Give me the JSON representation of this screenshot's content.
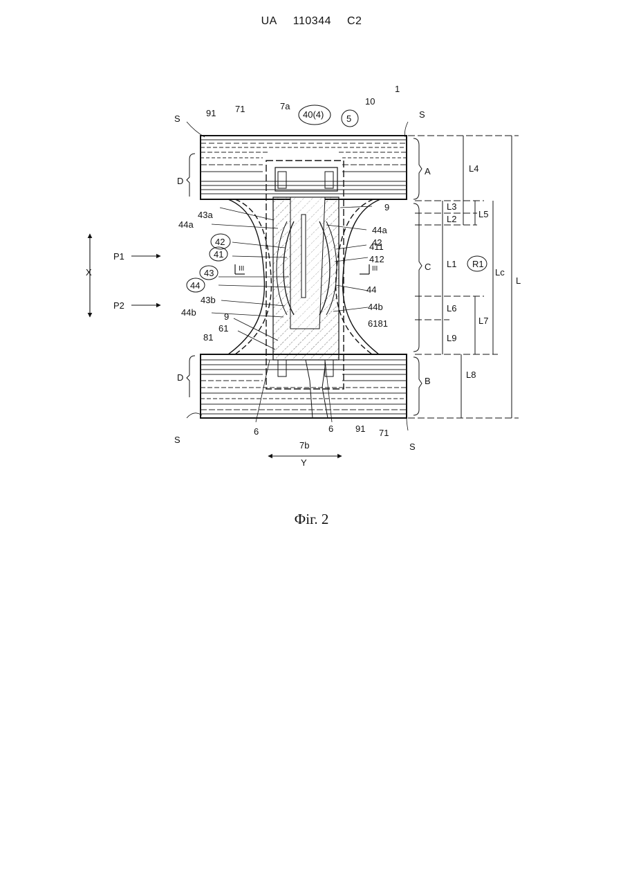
{
  "header": {
    "office": "UA",
    "number": "110344",
    "kind": "C2"
  },
  "caption": "Фіг. 2",
  "labels": {
    "ref_1": "1",
    "ref_10": "10",
    "ref_5": "5",
    "ref_40_4": "40(4)",
    "ref_7a": "7a",
    "ref_71": "71",
    "ref_91": "91",
    "S": "S",
    "D": "D",
    "A": "A",
    "B": "B",
    "C": "C",
    "ref_9": "9",
    "ref_43a": "43a",
    "ref_44a": "44a",
    "ref_42": "42",
    "ref_41": "41",
    "ref_43": "43",
    "ref_44": "44",
    "ref_43b": "43b",
    "ref_44b": "44b",
    "ref_61": "61",
    "ref_81": "81",
    "ref_6": "6",
    "ref_7b": "7b",
    "ref_411": "411",
    "ref_412": "412",
    "ref_6181": "6181",
    "III": "III",
    "X": "X",
    "Y": "Y",
    "P1": "P1",
    "P2": "P2",
    "L": "L",
    "L1": "L1",
    "L2": "L2",
    "L3": "L3",
    "L4": "L4",
    "L5": "L5",
    "L6": "L6",
    "L7": "L7",
    "L8": "L8",
    "L9": "L9",
    "Lc": "Lc",
    "R1": "R1"
  }
}
